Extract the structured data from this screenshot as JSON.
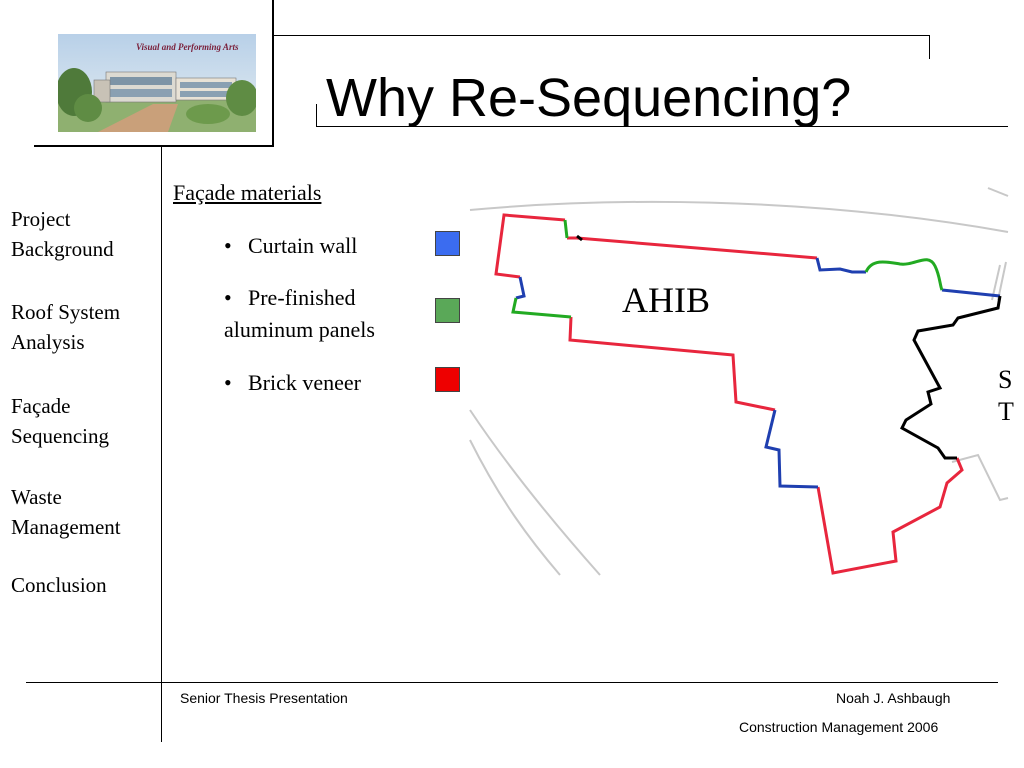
{
  "slide": {
    "title": "Why Re-Sequencing?",
    "logo_text": "Visual and Performing Arts"
  },
  "sidebar": {
    "items": [
      {
        "line1": "Project",
        "line2": "Background"
      },
      {
        "line1": "Roof System",
        "line2": "Analysis"
      },
      {
        "line1": "Façade",
        "line2": "Sequencing"
      },
      {
        "line1": "Waste",
        "line2": "Management"
      },
      {
        "line1": "Conclusion",
        "line2": ""
      }
    ]
  },
  "content": {
    "heading": "Façade materials",
    "legend": [
      {
        "label_line1": "Curtain wall",
        "label_line2": "",
        "color": "#3b6cf0"
      },
      {
        "label_line1": "Pre-finished",
        "label_line2": "aluminum panels",
        "color": "#5aa858"
      },
      {
        "label_line1": "Brick veneer",
        "label_line2": "",
        "color": "#ee0000"
      }
    ],
    "plan_label": "AHIB",
    "plan_label_partial_top": "S",
    "plan_label_partial_bottom": "T",
    "line_colors": {
      "brick": "#e8263d",
      "curtain": "#1f3fb0",
      "panel": "#22aa22",
      "other": "#000000",
      "context": "#c8c8c8"
    }
  },
  "footer": {
    "left": "Senior Thesis Presentation",
    "name": "Noah J. Ashbaugh",
    "program": "Construction Management 2006"
  }
}
